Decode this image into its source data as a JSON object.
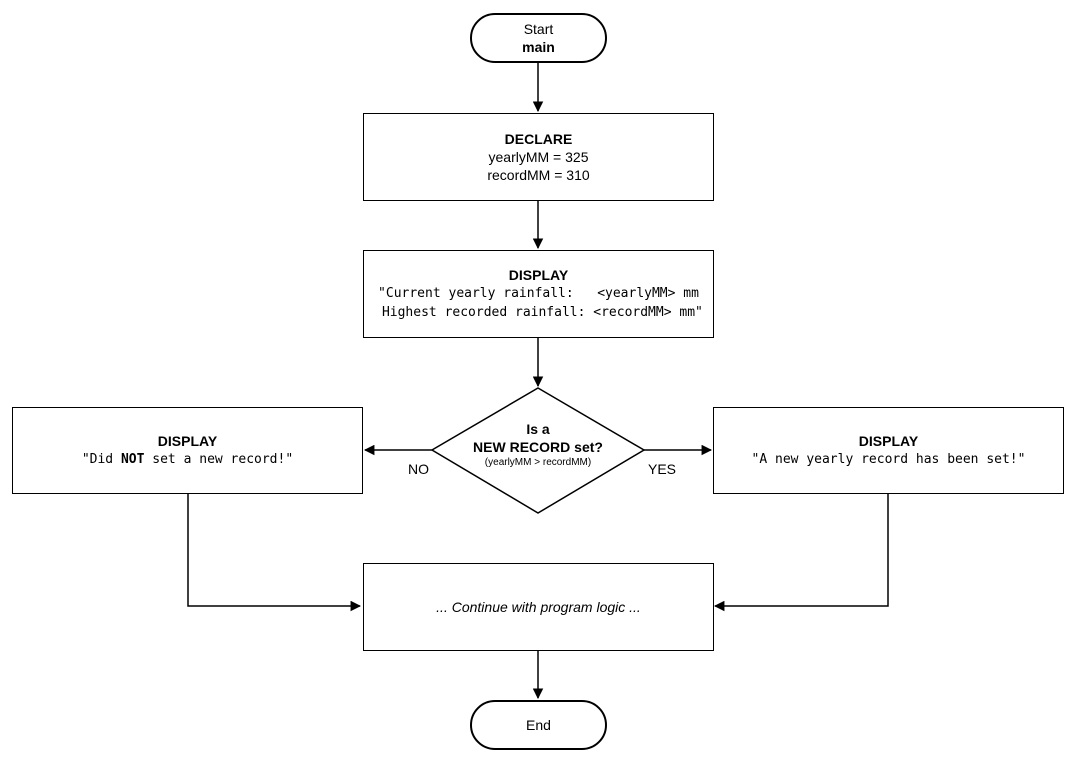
{
  "flowchart": {
    "start": {
      "line1": "Start",
      "line2": "main"
    },
    "declare": {
      "heading": "DECLARE",
      "line1": "yearlyMM = 325",
      "line2": "recordMM = 310"
    },
    "display1": {
      "heading": "DISPLAY",
      "line1": "\"Current yearly rainfall:   <yearlyMM> mm",
      "line2": " Highest recorded rainfall: <recordMM> mm\""
    },
    "decision": {
      "line1": "Is a",
      "line2": "NEW RECORD set?",
      "condition": "(yearlyMM > recordMM)"
    },
    "no_branch": {
      "label": "NO",
      "heading": "DISPLAY",
      "text_before": "\"Did ",
      "text_bold": "NOT",
      "text_after": " set a new record!\""
    },
    "yes_branch": {
      "label": "YES",
      "heading": "DISPLAY",
      "text": "\"A new yearly record has been set!\""
    },
    "continue": {
      "text": "... Continue with program logic ..."
    },
    "end": {
      "text": "End"
    }
  }
}
